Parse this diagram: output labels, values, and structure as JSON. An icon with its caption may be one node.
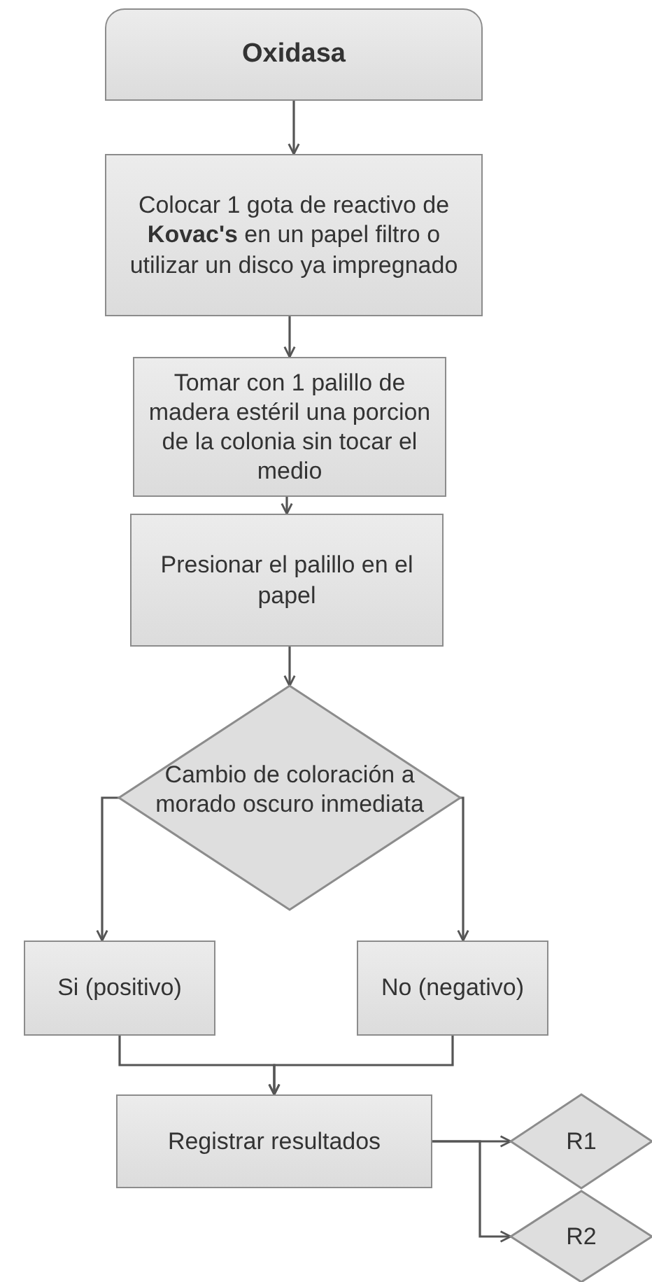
{
  "diagram": {
    "nodes": [
      {
        "text": [
          "Oxidasa"
        ]
      },
      {
        "text": [
          "Colocar 1 gota de reactivo de **Kovac's** en un papel filtro o utilizar un disco ya impregnado"
        ]
      },
      {
        "text": [
          "Tomar con 1 palillo de madera estéril una porcion de la colonia sin tocar el medio"
        ]
      },
      {
        "text": [
          "Presionar el palillo en el papel"
        ]
      },
      {
        "text": [
          "Cambio de coloración a morado oscuro inmediata"
        ]
      },
      {
        "text": [
          "Si (positivo)"
        ]
      },
      {
        "text": [
          "No (negativo)"
        ]
      },
      {
        "text": [
          "Registrar resultados"
        ]
      },
      {
        "text": [
          "R1"
        ]
      },
      {
        "text": [
          "R2"
        ]
      }
    ],
    "edges": [
      {
        "from": 0,
        "to": 1,
        "arrow": "to"
      },
      {
        "from": 1,
        "to": 2,
        "arrow": "to"
      },
      {
        "from": 2,
        "to": 3,
        "arrow": "to"
      },
      {
        "from": 3,
        "to": 4,
        "arrow": "to"
      },
      {
        "from": 4,
        "to": 5,
        "arrow": "to"
      },
      {
        "from": 4,
        "to": 6,
        "arrow": "to"
      },
      {
        "from": 5,
        "to": 7,
        "arrow": "to"
      },
      {
        "from": 6,
        "to": 7,
        "arrow": "to"
      },
      {
        "from": 7,
        "to": 8,
        "arrow": "to"
      },
      {
        "from": 7,
        "to": 9,
        "arrow": "to"
      }
    ]
  }
}
